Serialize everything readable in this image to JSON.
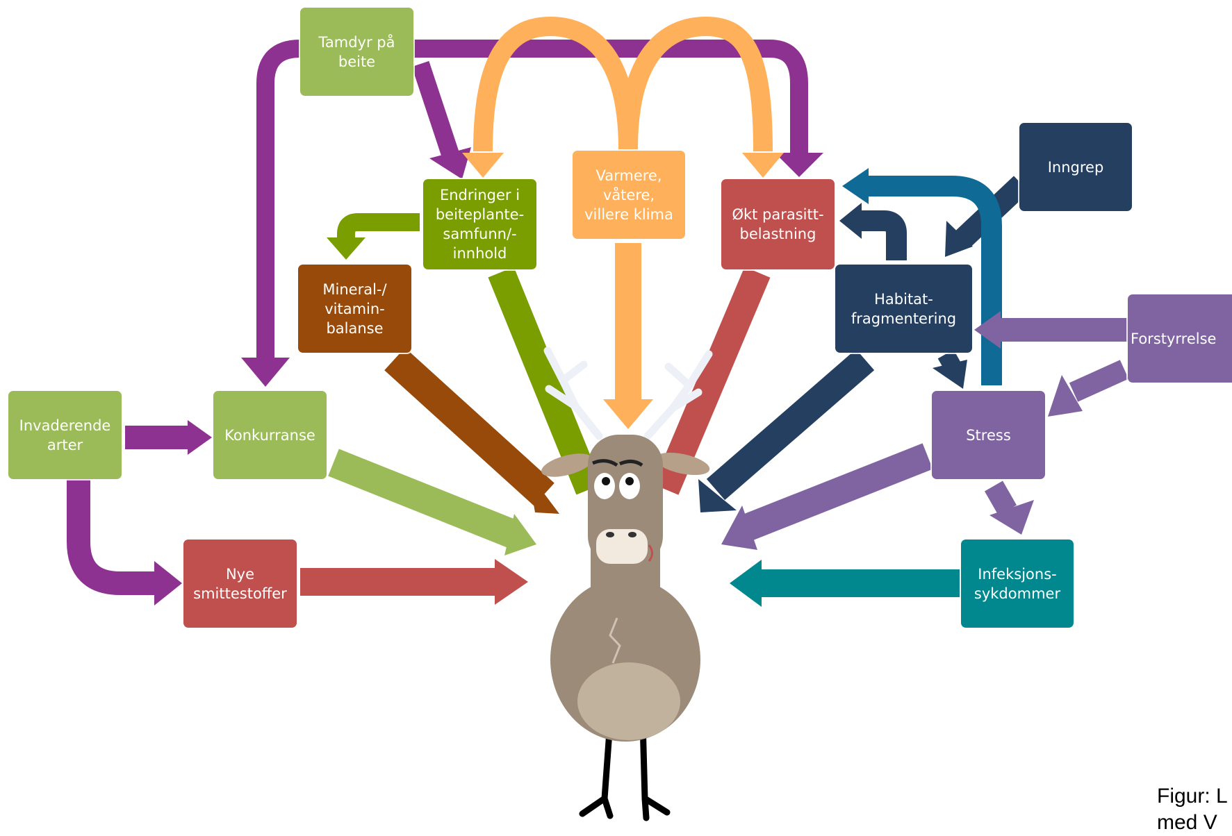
{
  "colors": {
    "purple": "#8e3291",
    "orange": "#ffb05a",
    "olive": "#7a9e00",
    "brown": "#974a0a",
    "red": "#c0504d",
    "lightgreen": "#9bbb59",
    "navy": "#243f60",
    "teal_blue": "#0f6a95",
    "lavender": "#8064a2",
    "teal": "#00888e"
  },
  "nodes": {
    "tamdyr": "Tamdyr på\nbeite",
    "klima": "Varmere,\nvåtere,\nvillere klima",
    "endringer": "Endringer i\nbeiteplante-\nsamfunn/-\ninnhold",
    "parasitt": "Økt parasitt-\nbelastning",
    "inngrep": "Inngrep",
    "mineral": "Mineral-/\nvitamin-\nbalanse",
    "habitat": "Habitat-\nfragmentering",
    "forstyrrelse": "Forstyrrelse",
    "invaderende": "Invaderende\narter",
    "konkurranse": "Konkurranse",
    "stress": "Stress",
    "nye": "Nye\nsmittestoffer",
    "infeksjon": "Infeksjons-\nsykdommer"
  },
  "caption": "Figur: L\nmed V"
}
